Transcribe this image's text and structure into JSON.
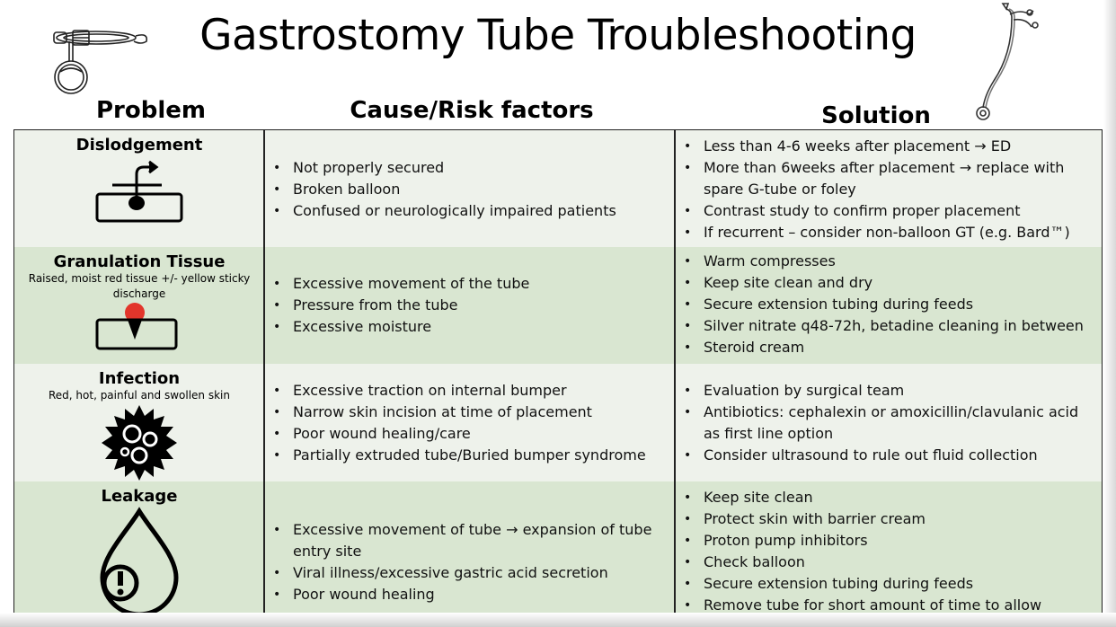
{
  "title": "Gastrostomy Tube Troubleshooting",
  "headers": {
    "problem": "Problem",
    "cause": "Cause/Risk factors",
    "solution": "Solution"
  },
  "rows": [
    {
      "name": "Dislodgement",
      "description": "",
      "icon": "dislodged-tube-icon",
      "causes": [
        "Not properly secured",
        "Broken balloon",
        "Confused or neurologically impaired patients"
      ],
      "solutions": [
        "Less than 4-6 weeks after placement → ED",
        "More than 6weeks after placement → replace with spare G-tube or foley",
        "Contrast study to confirm proper placement",
        "If recurrent – consider non-balloon GT (e.g. Bard™)"
      ]
    },
    {
      "name": "Granulation Tissue",
      "description": "Raised, moist red tissue +/- yellow sticky discharge",
      "icon": "granulation-tissue-icon",
      "causes": [
        "Excessive movement of the tube",
        "Pressure from the tube",
        "Excessive moisture"
      ],
      "solutions": [
        "Warm compresses",
        "Keep site clean and dry",
        "Secure extension tubing during feeds",
        "Silver nitrate q48-72h, betadine cleaning in between",
        "Steroid cream"
      ]
    },
    {
      "name": "Infection",
      "description": "Red, hot, painful and swollen skin",
      "icon": "germ-icon",
      "causes": [
        "Excessive traction on internal bumper",
        "Narrow skin incision at time of placement",
        "Poor wound healing/care",
        "Partially extruded tube/Buried bumper syndrome"
      ],
      "solutions": [
        "Evaluation by surgical team",
        "Antibiotics: cephalexin or amoxicillin/clavulanic acid as first line option",
        "Consider ultrasound to rule out fluid collection"
      ]
    },
    {
      "name": "Leakage",
      "description": "",
      "icon": "droplet-alert-icon",
      "causes": [
        "Excessive movement of tube → expansion of tube entry site",
        "Viral illness/excessive gastric acid secretion",
        "Poor wound healing"
      ],
      "solutions": [
        "Keep site clean",
        "Protect skin with barrier cream",
        "Proton pump inhibitors",
        "Check balloon",
        "Secure extension tubing during feeds",
        "Remove tube for short amount of time to allow"
      ]
    }
  ],
  "colors": {
    "row_light": "#eef2eb",
    "row_dark": "#d9e6d1",
    "alert_red": "#e2352b"
  }
}
